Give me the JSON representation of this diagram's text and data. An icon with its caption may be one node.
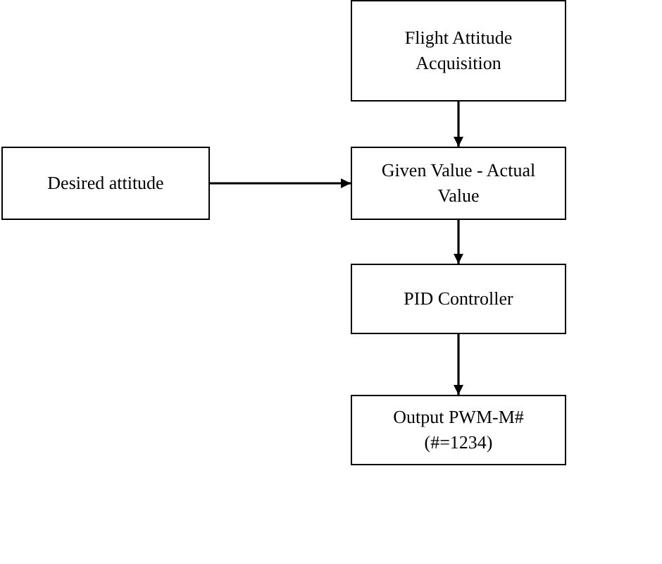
{
  "diagram": {
    "nodes": [
      {
        "text": [
          "Flight Attitude Acquisition"
        ]
      },
      {
        "text": [
          "Desired attitude"
        ]
      },
      {
        "text": [
          "Given Value - Actual Value"
        ]
      },
      {
        "text": [
          "PID Controller"
        ]
      },
      {
        "text": [
          "Output PWM-M#(#=1234)"
        ]
      }
    ],
    "edges": [
      {
        "from": 0,
        "to": 2,
        "arrow": "to"
      },
      {
        "from": 1,
        "to": 2,
        "arrow": "to"
      },
      {
        "from": 2,
        "to": 3,
        "arrow": "to"
      },
      {
        "from": 3,
        "to": 4,
        "arrow": "to"
      }
    ]
  }
}
